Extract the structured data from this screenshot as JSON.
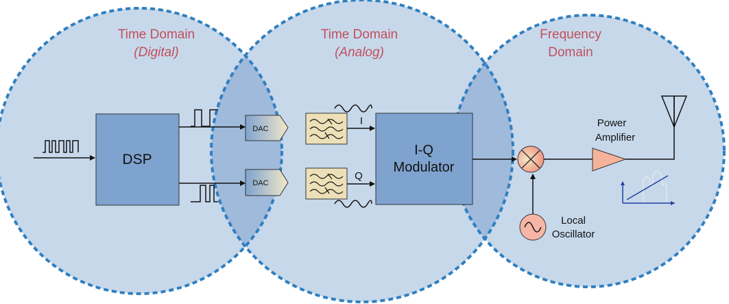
{
  "domains": {
    "digital": {
      "title": "Time Domain",
      "subtitle": "(Digital)"
    },
    "analog": {
      "title": "Time Domain",
      "subtitle": "(Analog)"
    },
    "frequency": {
      "title": "Frequency",
      "subtitle": "Domain"
    }
  },
  "blocks": {
    "dsp": "DSP",
    "dac_top": "DAC",
    "dac_bottom": "DAC",
    "modulator_line1": "I-Q",
    "modulator_line2": "Modulator",
    "i_label": "I",
    "q_label": "Q",
    "power_amp_line1": "Power",
    "power_amp_line2": "Amplifier",
    "local_osc_line1": "Local",
    "local_osc_line2": "Oscillator"
  },
  "colors": {
    "circle_fill": "#c7d8eb",
    "circle_stroke": "#2f7fbf",
    "overlap_fill": "#9fbadb",
    "domain_title": "#c0505a",
    "block_fill": "#7fa3cf",
    "filter_fill": "#ede0b8",
    "mixer_fill": "#f6b39a",
    "amp_fill": "#f6b39a",
    "osc_fill": "#f7b5a6"
  }
}
